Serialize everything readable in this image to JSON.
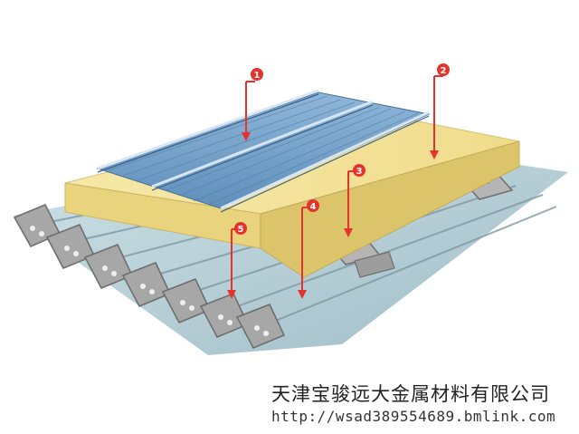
{
  "diagram": {
    "callouts": [
      {
        "id": "callout-1",
        "label": "1"
      },
      {
        "id": "callout-2",
        "label": "2"
      },
      {
        "id": "callout-3",
        "label": "3"
      },
      {
        "id": "callout-4",
        "label": "4"
      },
      {
        "id": "callout-5",
        "label": "5"
      }
    ],
    "colors": {
      "roof_panel": "#6f9fc8",
      "insulation": "#f3e29a",
      "deck": "#b9d3dc",
      "callout": "#e5322c",
      "bracket": "#9a9a9a"
    }
  },
  "footer": {
    "company": "天津宝骏远大金属材料有限公司",
    "url": "http://wsad389554689.bmlink.com"
  }
}
